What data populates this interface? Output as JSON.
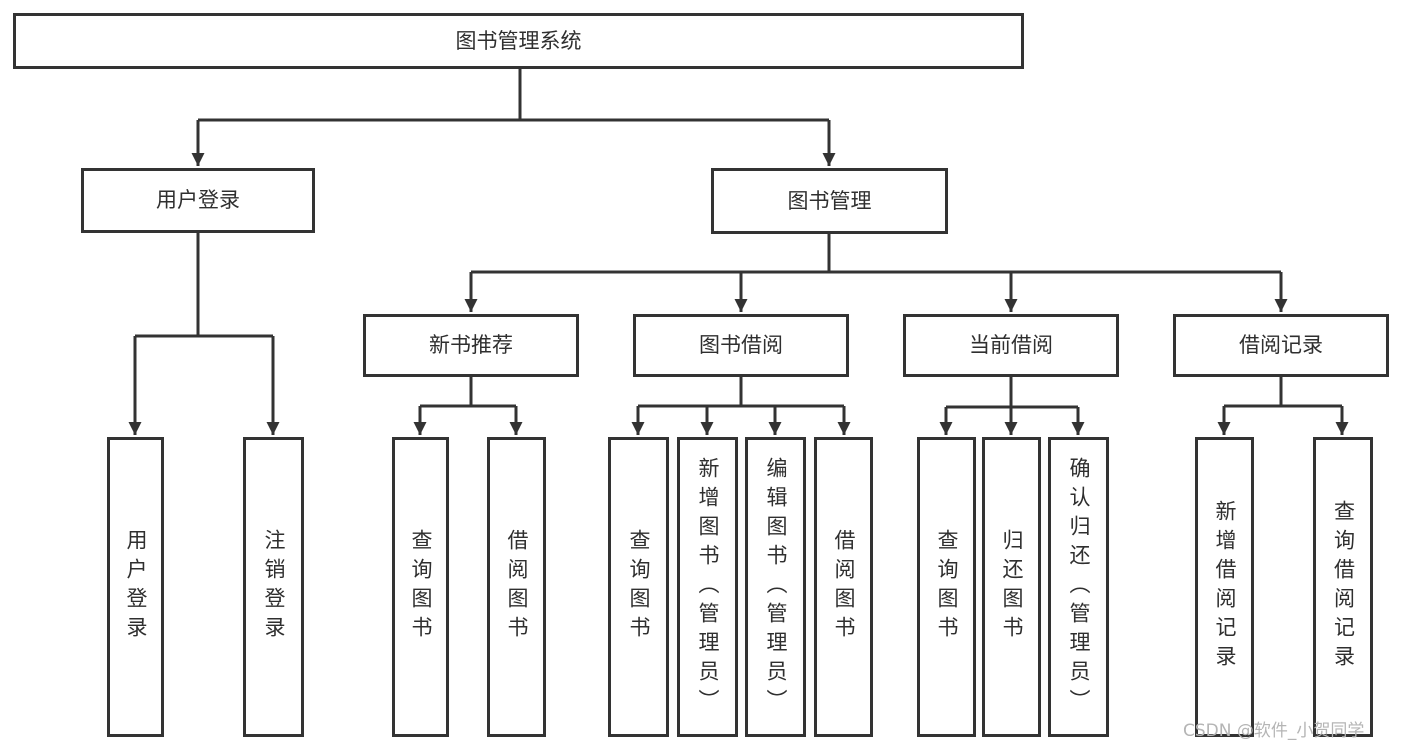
{
  "colors": {
    "line": "#333333",
    "box_border": "#333333",
    "box_background": "#ffffff",
    "text": "#2f2f2f",
    "watermark": "#b5b5b5"
  },
  "watermark": "CSDN @软件_小贺同学",
  "tree": {
    "root": "图书管理系统",
    "branches": {
      "user_login": {
        "label": "用户登录",
        "children": {
          "login": "用户登录",
          "logout": "注销登录"
        }
      },
      "book_mgmt": {
        "label": "图书管理",
        "children": {
          "new_rec": {
            "label": "新书推荐",
            "children": {
              "query": "查询图书",
              "borrow": "借阅图书"
            }
          },
          "borrow": {
            "label": "图书借阅",
            "children": {
              "query": "查询图书",
              "add": "新增图书（管理员）",
              "edit": "编辑图书（管理员）",
              "borrow": "借阅图书"
            }
          },
          "current": {
            "label": "当前借阅",
            "children": {
              "query": "查询图书",
              "return": "归还图书",
              "confirm": "确认归还（管理员）"
            }
          },
          "records": {
            "label": "借阅记录",
            "children": {
              "add": "新增借阅记录",
              "query": "查询借阅记录"
            }
          }
        }
      }
    }
  }
}
